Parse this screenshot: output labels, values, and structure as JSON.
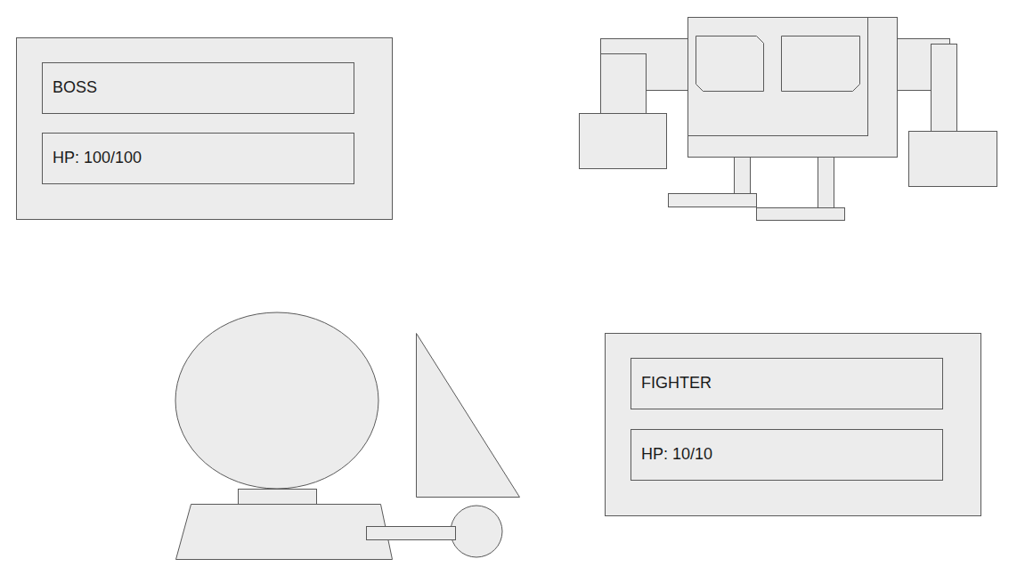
{
  "diagram": {
    "nodes": [
      {
        "text": [
          "BOSS"
        ]
      },
      {
        "text": [
          "HP: 100/100"
        ]
      },
      {
        "text": [
          "FIGHTER"
        ]
      },
      {
        "text": [
          "HP: 10/10"
        ]
      }
    ]
  }
}
